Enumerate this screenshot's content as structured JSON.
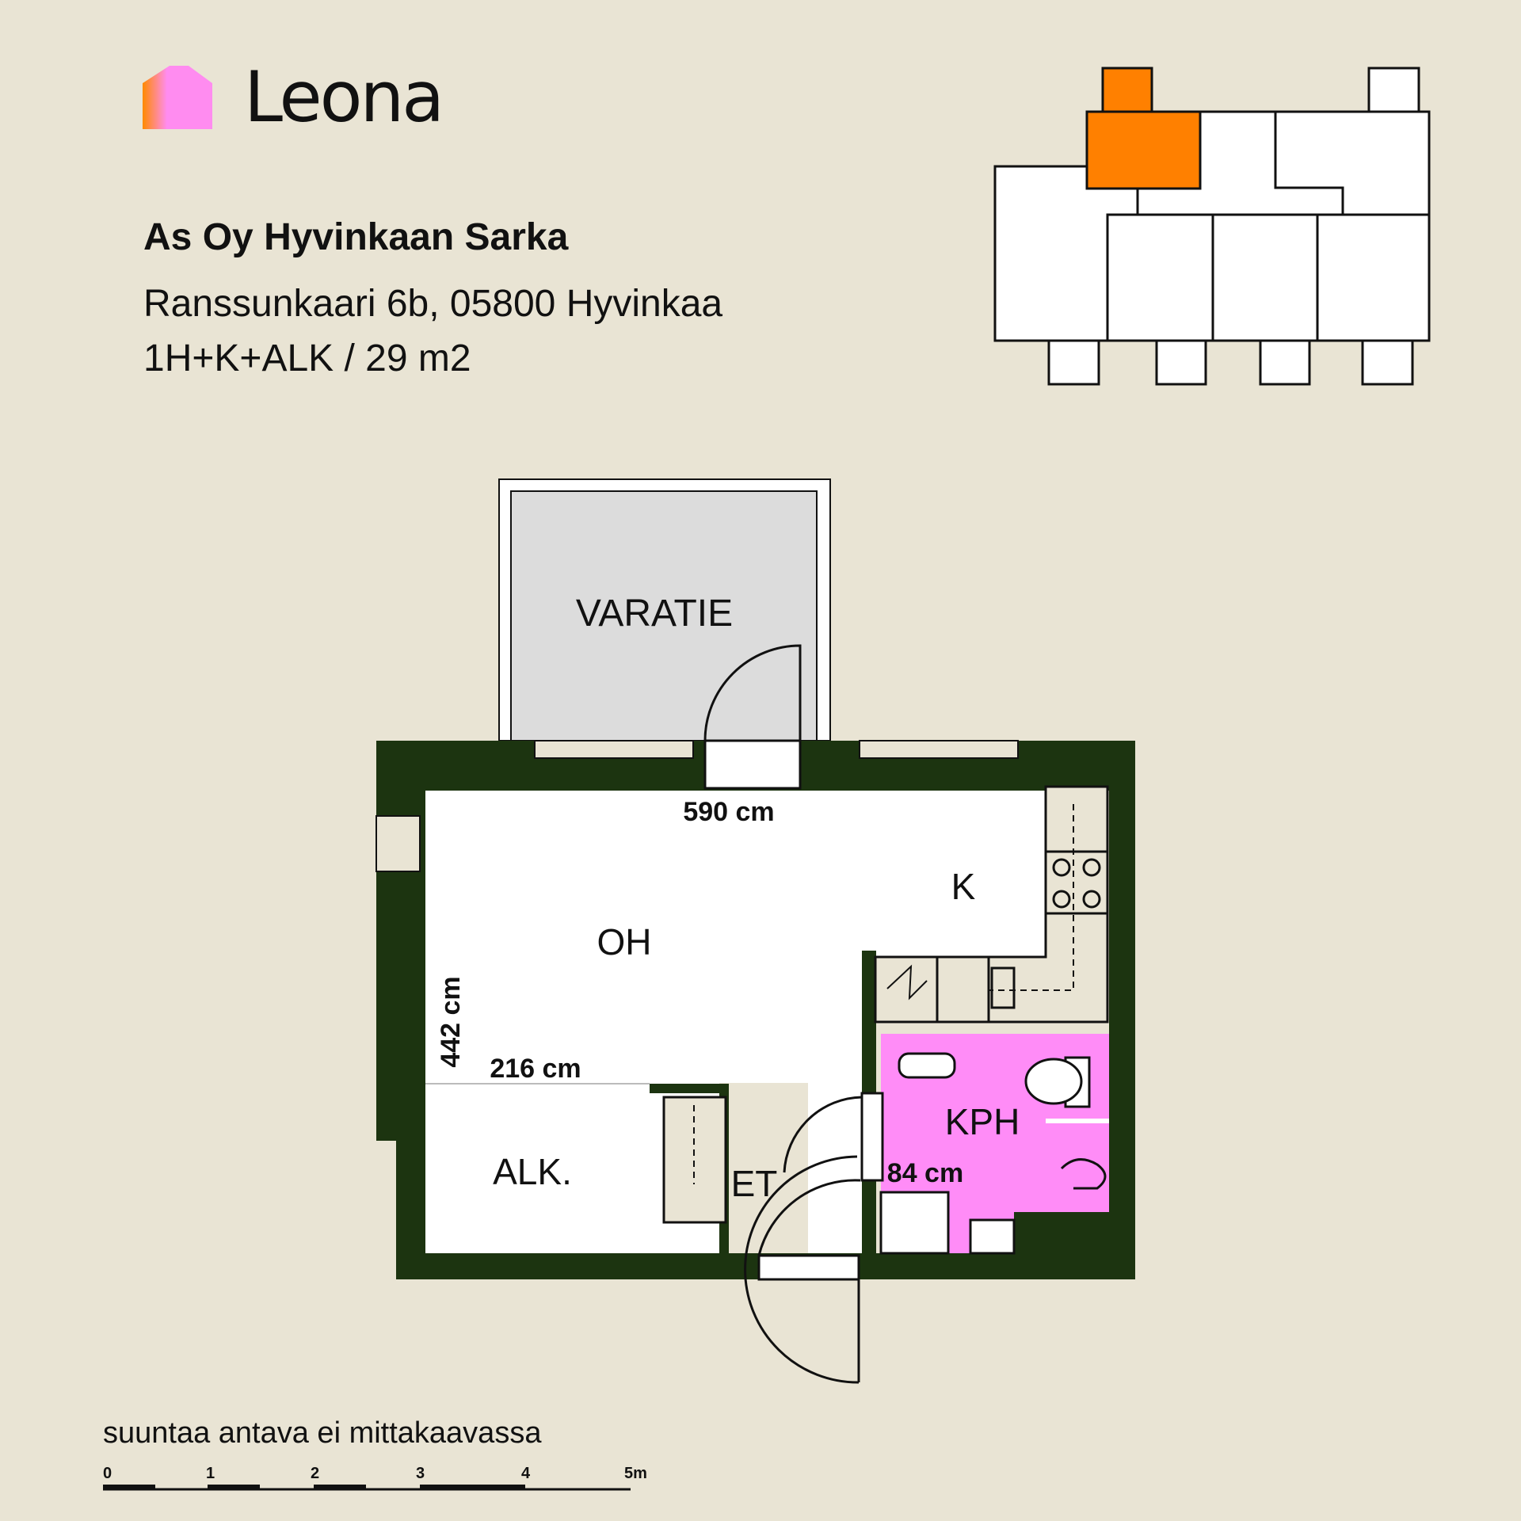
{
  "brand": {
    "name": "Leona",
    "logo_colors": [
      "#ff8a00",
      "#ff8cf0"
    ]
  },
  "property": {
    "title": "As Oy Hyvinkaan Sarka",
    "address": "Ranssunkaari 6b, 05800 Hyvinkaa",
    "apartment_type": "1H+K+ALK / 29 m2"
  },
  "rooms": {
    "balcony": "VARATIE",
    "living": "OH",
    "kitchen": "K",
    "alcove": "ALK.",
    "entry": "ET",
    "bathroom": "KPH"
  },
  "dimensions": {
    "width": "590 cm",
    "height": "442 cm",
    "alcove": "216 cm",
    "bathroom": "84 cm"
  },
  "colors": {
    "wall": "#1c3410",
    "bathroom": "#ff8cf7",
    "highlight": "#ff8000",
    "balcony": "#dcdcdc",
    "background": "#e9e4d4"
  },
  "footer": {
    "note": "suuntaa antava ei mittakaavassa"
  },
  "scale": {
    "labels": [
      "0",
      "1",
      "2",
      "3",
      "4",
      "5m"
    ]
  }
}
